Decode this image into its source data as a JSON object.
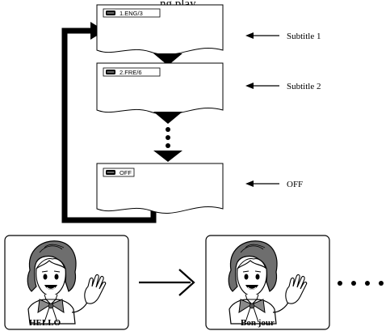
{
  "top_fragment": "ng play",
  "screens": [
    {
      "osd_label": "1.ENG/3",
      "callout": "Subtitle 1"
    },
    {
      "osd_label": "2.FRE/6",
      "callout": "Subtitle 2"
    },
    {
      "osd_label": "OFF",
      "callout": "OFF"
    }
  ],
  "examples": [
    {
      "caption": "HELLO"
    },
    {
      "caption": "Bon jour"
    }
  ],
  "continuation": "• • • •"
}
